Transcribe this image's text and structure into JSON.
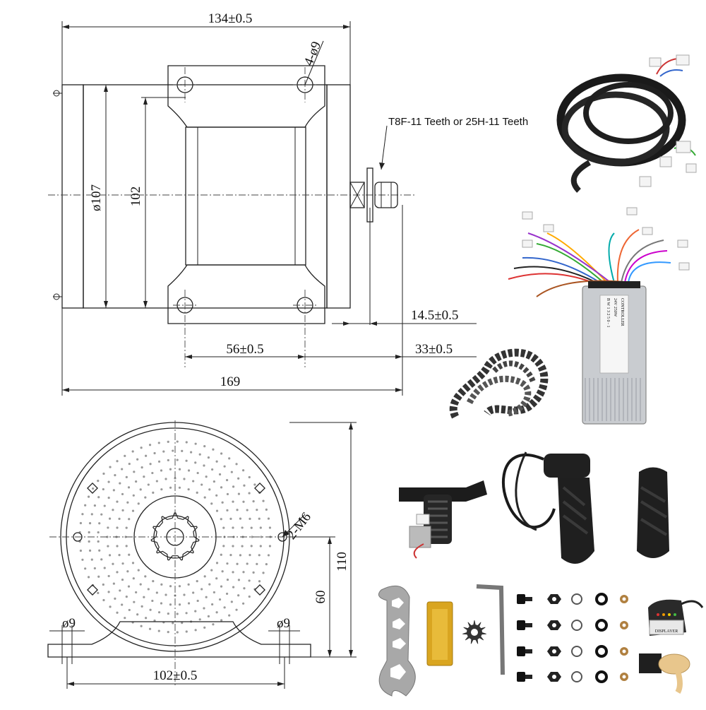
{
  "side_view": {
    "dim_total_width": "134±0.5",
    "dim_holes": "4-ø9",
    "dim_diameter": "ø107",
    "dim_height": "102",
    "dim_shaft": "14.5±0.5",
    "dim_hole_spacing": "56±0.5",
    "dim_offset": "33±0.5",
    "dim_overall_length": "169",
    "sprocket_note": "T8F-11 Teeth or 25H-11 Teeth"
  },
  "front_view": {
    "dim_tapped_holes": "2-M6",
    "dim_height": "110",
    "dim_center_height": "60",
    "dim_left_slot": "ø9",
    "dim_right_slot": "ø9",
    "dim_base_width": "102±0.5"
  },
  "controller": {
    "label_lines": [
      "B W 1 3 2 5 0 - 1",
      "24V 250W",
      "CONTROLLER"
    ]
  },
  "display": {
    "label": "DISPLAYER"
  }
}
